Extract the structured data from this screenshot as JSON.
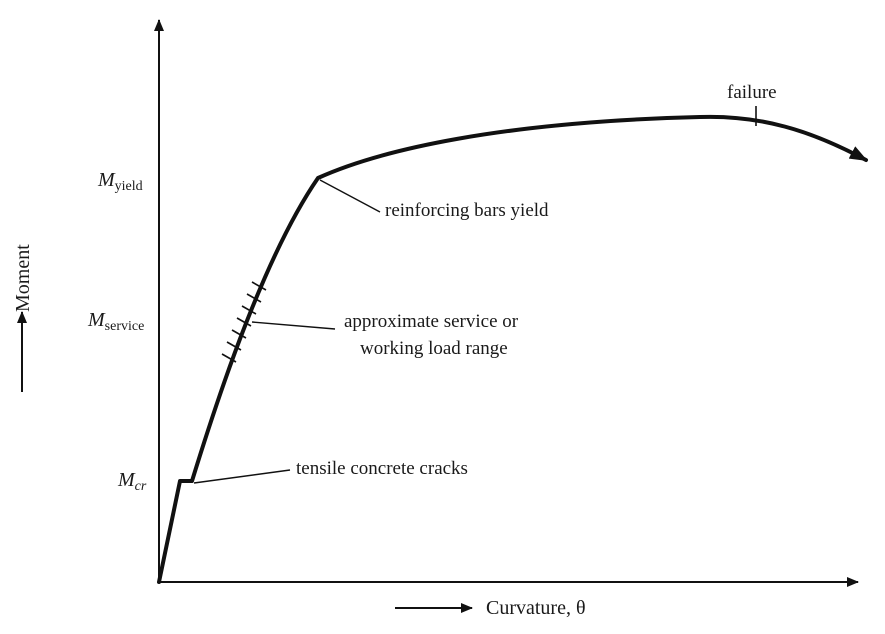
{
  "diagram": {
    "y_axis_label": "Moment",
    "x_axis_label": "Curvature, θ",
    "m_yield": {
      "main": "M",
      "sub": "yield"
    },
    "m_service": {
      "main": "M",
      "sub": "service"
    },
    "m_cr": {
      "main": "M",
      "sub": "cr"
    },
    "annotations": {
      "failure": "failure",
      "yield": "reinforcing bars yield",
      "service_line1": "approximate service or",
      "service_line2": "working load range",
      "cracks": "tensile concrete cracks"
    }
  },
  "colors": {
    "ink": "#111111",
    "background": "#ffffff"
  }
}
